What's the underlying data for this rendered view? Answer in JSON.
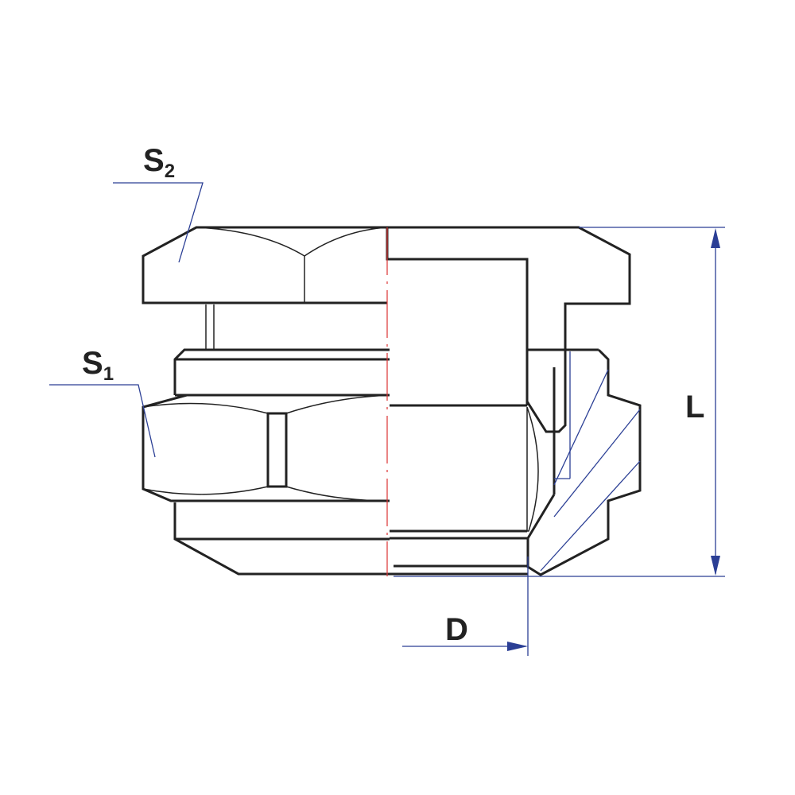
{
  "labels": {
    "s2": "S",
    "s2_sub": "2",
    "s1": "S",
    "s1_sub": "1",
    "length": "L",
    "diameter": "D"
  },
  "colors": {
    "outline": "#222222",
    "dimension": "#2b3f95",
    "centerline": "#dd3333"
  }
}
